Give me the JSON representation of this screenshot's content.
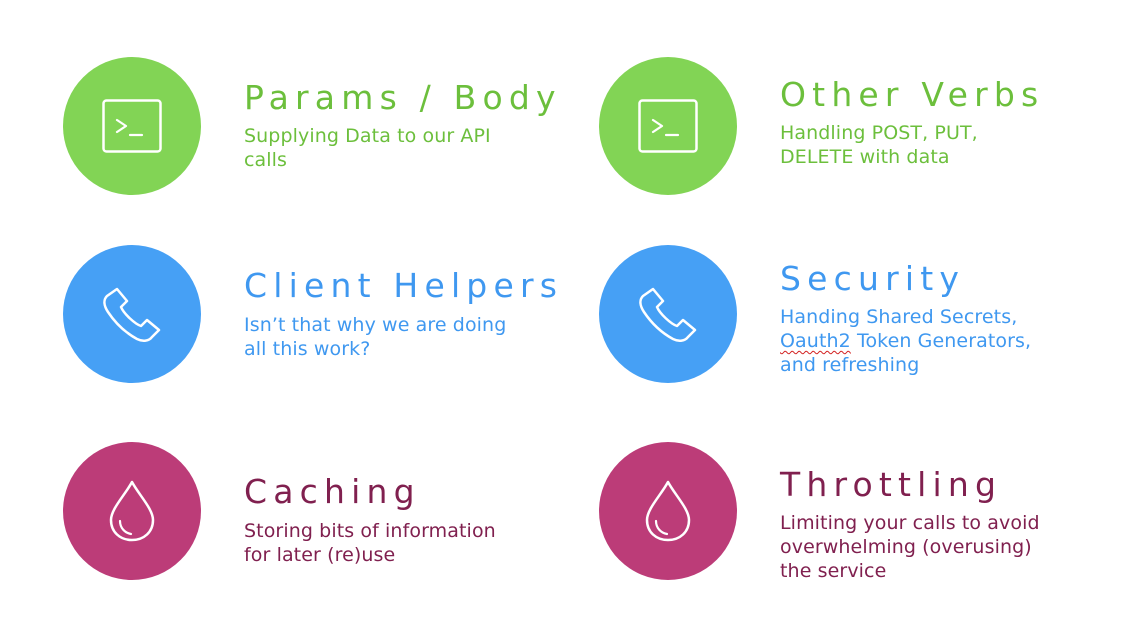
{
  "colors": {
    "green": "#82d455",
    "green_text": "#6cbf3c",
    "blue": "#46a0f5",
    "blue_text": "#3f98f0",
    "magenta": "#bc3c78",
    "magenta_text": "#80204f"
  },
  "items": [
    {
      "title": "Params / Body",
      "desc_lines": [
        "Supplying Data to our API",
        "calls"
      ],
      "icon": "terminal-icon"
    },
    {
      "title": "Other Verbs",
      "desc_lines": [
        "Handling POST, PUT,",
        "DELETE with data"
      ],
      "icon": "terminal-icon"
    },
    {
      "title": "Client Helpers",
      "desc_lines": [
        "Isn’t that why we are doing",
        "all this work?"
      ],
      "icon": "phone-icon"
    },
    {
      "title": "Security",
      "desc_lines": [
        "Handing Shared Secrets,",
        "Oauth2",
        " Token Generators,",
        "and refreshing"
      ],
      "icon": "phone-icon"
    },
    {
      "title": "Caching",
      "desc_lines": [
        "Storing bits of information",
        "for later (re)use"
      ],
      "icon": "drop-icon"
    },
    {
      "title": "Throttling",
      "desc_lines": [
        "Limiting your calls to avoid",
        "overwhelming (overusing)",
        "the service"
      ],
      "icon": "drop-icon"
    }
  ]
}
